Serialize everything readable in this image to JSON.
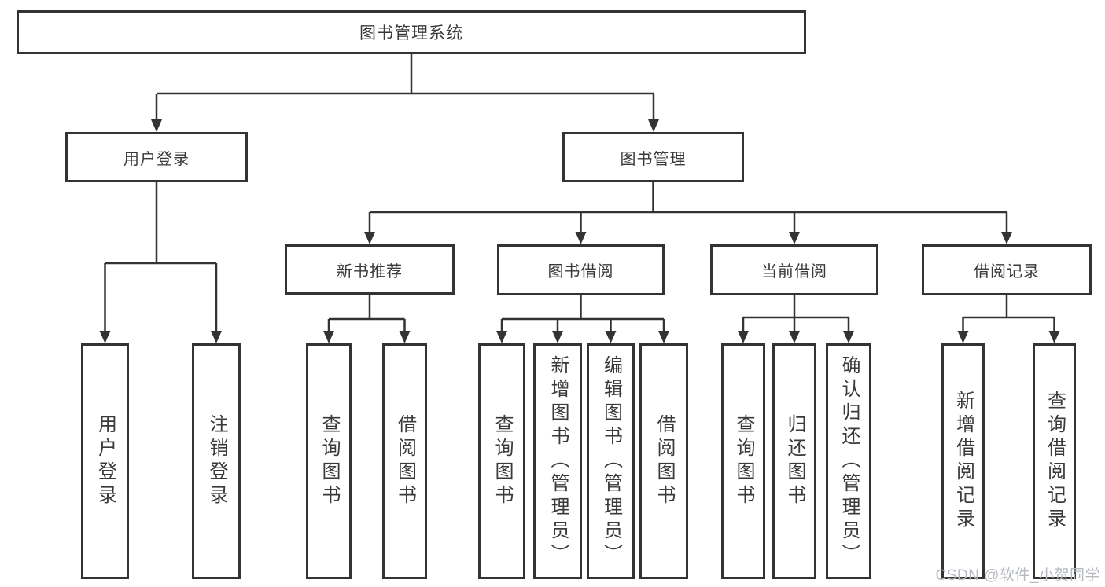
{
  "colors": {
    "line": "#333333",
    "text": "#3a3a3a",
    "background": "#ffffff",
    "watermark": "#b5b9c0"
  },
  "watermark": {
    "text": "CSDN @软件_小贺同学"
  },
  "tree": {
    "root": {
      "label": "图书管理系统"
    },
    "branches": [
      {
        "label": "用户登录",
        "leaves": [
          {
            "label": "用户登录"
          },
          {
            "label": "注销登录"
          }
        ]
      },
      {
        "label": "图书管理",
        "groups": [
          {
            "label": "新书推荐",
            "leaves": [
              {
                "label": "查询图书"
              },
              {
                "label": "借阅图书"
              }
            ]
          },
          {
            "label": "图书借阅",
            "leaves": [
              {
                "label": "查询图书"
              },
              {
                "label": "新增图书（管理员）"
              },
              {
                "label": "编辑图书（管理员）"
              },
              {
                "label": "借阅图书"
              }
            ]
          },
          {
            "label": "当前借阅",
            "leaves": [
              {
                "label": "查询图书"
              },
              {
                "label": "归还图书"
              },
              {
                "label": "确认归还（管理员）"
              }
            ]
          },
          {
            "label": "借阅记录",
            "leaves": [
              {
                "label": "新增借阅记录"
              },
              {
                "label": "查询借阅记录"
              }
            ]
          }
        ]
      }
    ]
  }
}
